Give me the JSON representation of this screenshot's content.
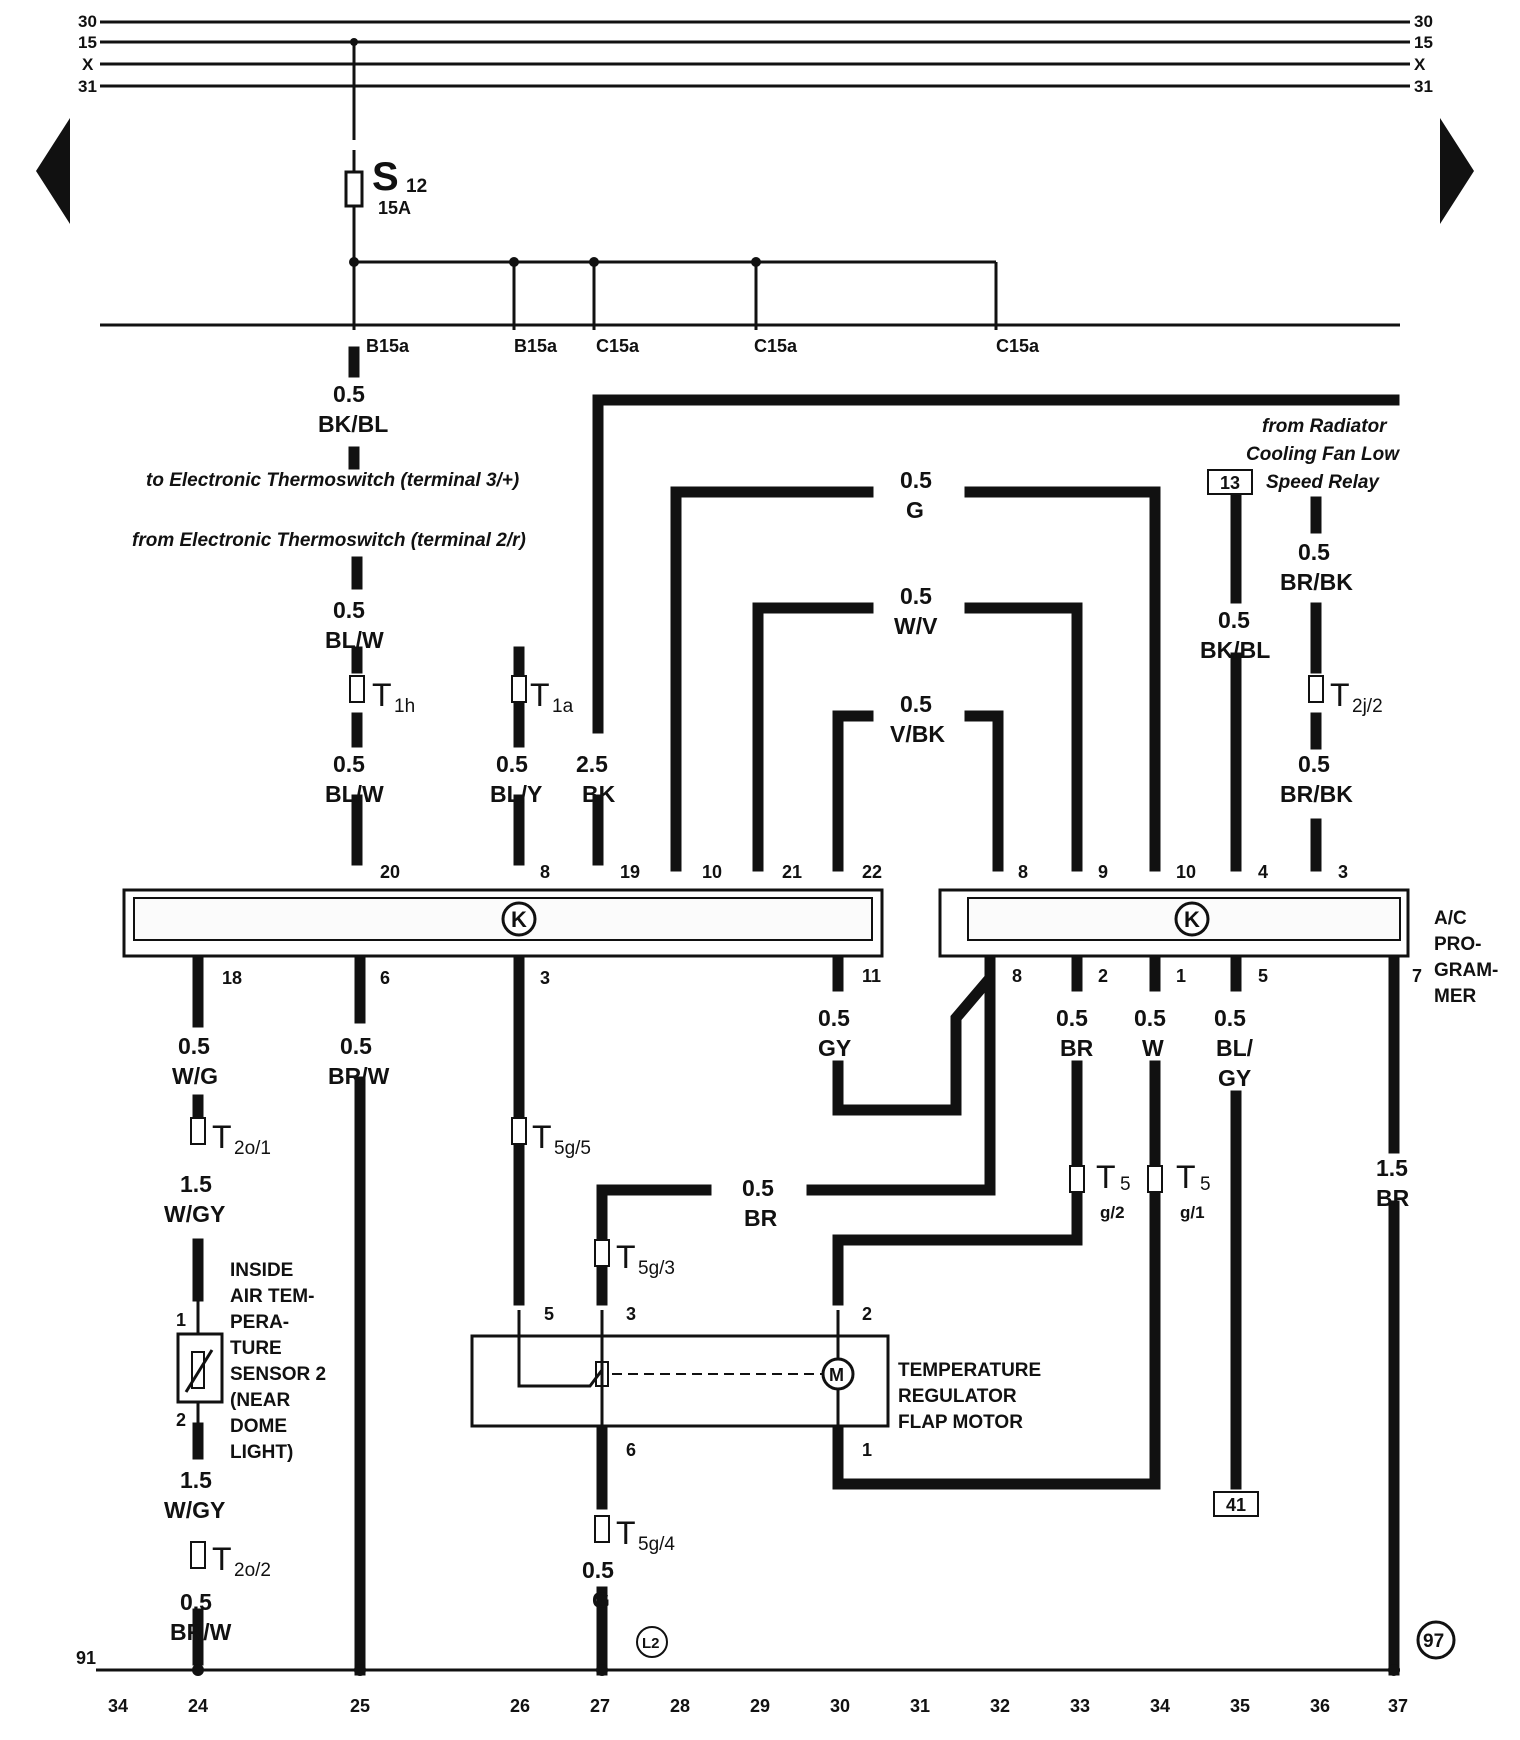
{
  "bus": {
    "left_labels": [
      "30",
      "15",
      "X",
      "31"
    ],
    "right_labels": [
      "30",
      "15",
      "X",
      "31"
    ]
  },
  "fuse": {
    "id": "S",
    "sub": "12",
    "rating": "15A"
  },
  "fuse_taps": [
    "B15a",
    "B15a",
    "C15a",
    "C15a",
    "C15a"
  ],
  "notes": {
    "to_thermo": "to Electronic Thermoswitch (terminal 3/+)",
    "from_thermo": "from Electronic Thermoswitch (terminal 2/r)",
    "relay_l1": "from Radiator",
    "relay_l2": "Cooling Fan Low",
    "relay_l3": "Speed Relay"
  },
  "ref_boxes": {
    "relay_ref": "13",
    "bottom_ref": "41"
  },
  "wires": {
    "w1a": "0.5",
    "w1b": "BK/BL",
    "w2a": "0.5",
    "w2b": "BL/W",
    "w3a": "0.5",
    "w3b": "BL/W",
    "w4a": "0.5",
    "w4b": "BL/Y",
    "w5a": "2.5",
    "w5b": "BK",
    "w6a": "0.5",
    "w6b": "G",
    "w7a": "0.5",
    "w7b": "W/V",
    "w8a": "0.5",
    "w8b": "V/BK",
    "w9a": "0.5",
    "w9b": "BK/BL",
    "w10a": "0.5",
    "w10b": "BR/BK",
    "w11a": "0.5",
    "w11b": "BR/BK",
    "w12a": "0.5",
    "w12b": "W/G",
    "w13a": "0.5",
    "w13b": "BR/W",
    "w14a": "0.5",
    "w14b": "GY",
    "w15a": "0.5",
    "w15b": "BR",
    "w16a": "0.5",
    "w16b": "W",
    "w17a": "0.5",
    "w17b": "BL/",
    "w17c": "GY",
    "w18a": "1.5",
    "w18b": "W/GY",
    "w19a": "0.5",
    "w19b": "BR",
    "w20a": "1.5",
    "w20b": "BR",
    "w21a": "1.5",
    "w21b": "W/GY",
    "w22a": "0.5",
    "w22b": "BR/W",
    "w23a": "0.5",
    "w23b": "G"
  },
  "connectors": {
    "t1h": "T",
    "t1h_sub": "1h",
    "t1a": "T",
    "t1a_sub": "1a",
    "t2j": "T",
    "t2j_sub": "2j/2",
    "t2o1": "T",
    "t2o1_sub": "2o/1",
    "t5g5": "T",
    "t5g5_sub": "5g/5",
    "t5g2": "T",
    "t5g2_sub": "5",
    "t5g2_sub2": "g/2",
    "t5g1": "T",
    "t5g1_sub": "5",
    "t5g1_sub2": "g/1",
    "t5g3": "T",
    "t5g3_sub": "5g/3",
    "t5g4": "T",
    "t5g4_sub": "5g/4",
    "t2o2": "T",
    "t2o2_sub": "2o/2"
  },
  "programmer": {
    "left_top_pins": [
      "20",
      "8",
      "19",
      "10",
      "21",
      "22"
    ],
    "left_bottom_pins": [
      "18",
      "6",
      "3",
      "11"
    ],
    "right_top_pins": [
      "8",
      "9",
      "10",
      "4",
      "3"
    ],
    "right_bottom_pins": [
      "8",
      "2",
      "1",
      "5",
      "7"
    ],
    "k_symbol": "K",
    "name_lines": [
      "A/C",
      "PRO-",
      "GRAM-",
      "MER"
    ]
  },
  "sensor": {
    "pin_top": "1",
    "pin_bottom": "2",
    "name_lines": [
      "INSIDE",
      "AIR TEM-",
      "PERA-",
      "TURE",
      "SENSOR 2",
      "(NEAR",
      "DOME",
      "LIGHT)"
    ]
  },
  "motor": {
    "pins": [
      "5",
      "3",
      "2",
      "6",
      "1"
    ],
    "symbol": "M",
    "name_lines": [
      "TEMPERATURE",
      "REGULATOR",
      "FLAP MOTOR"
    ]
  },
  "ground": {
    "left_label": "91",
    "circle_l2": "L2",
    "circle_97": "97"
  },
  "bottom_numbers": [
    "34",
    "24",
    "25",
    "26",
    "27",
    "28",
    "29",
    "30",
    "31",
    "32",
    "33",
    "34",
    "35",
    "36",
    "37"
  ]
}
